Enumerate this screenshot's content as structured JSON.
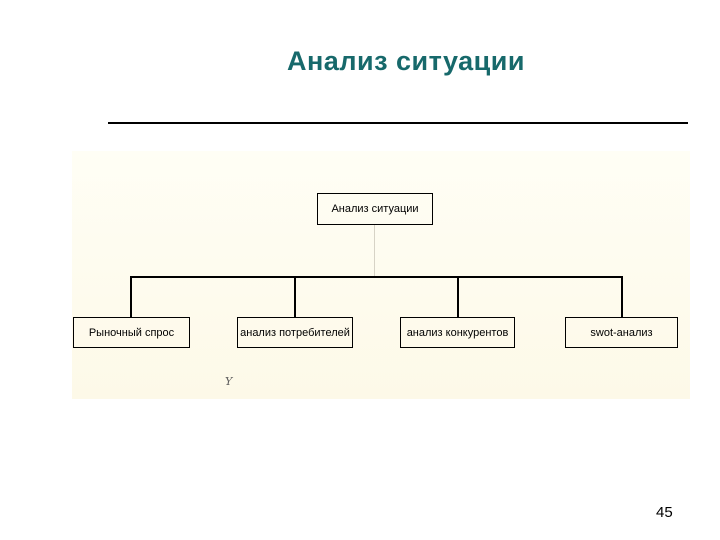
{
  "slide": {
    "title": "Анализ ситуации",
    "page_number": "45",
    "colors": {
      "title_text": "#17696b",
      "panel_background": "#fdf9e8",
      "rule": "#000000",
      "box_border": "#000000",
      "box_text": "#000000"
    }
  },
  "diagram": {
    "type": "org-chart",
    "root": {
      "label": "Анализ ситуации"
    },
    "children": [
      {
        "label": "Рыночный спрос"
      },
      {
        "label": "анализ потребителей"
      },
      {
        "label": "анализ конкурентов"
      },
      {
        "label": "swot-анализ"
      }
    ],
    "artifact": "Y"
  }
}
